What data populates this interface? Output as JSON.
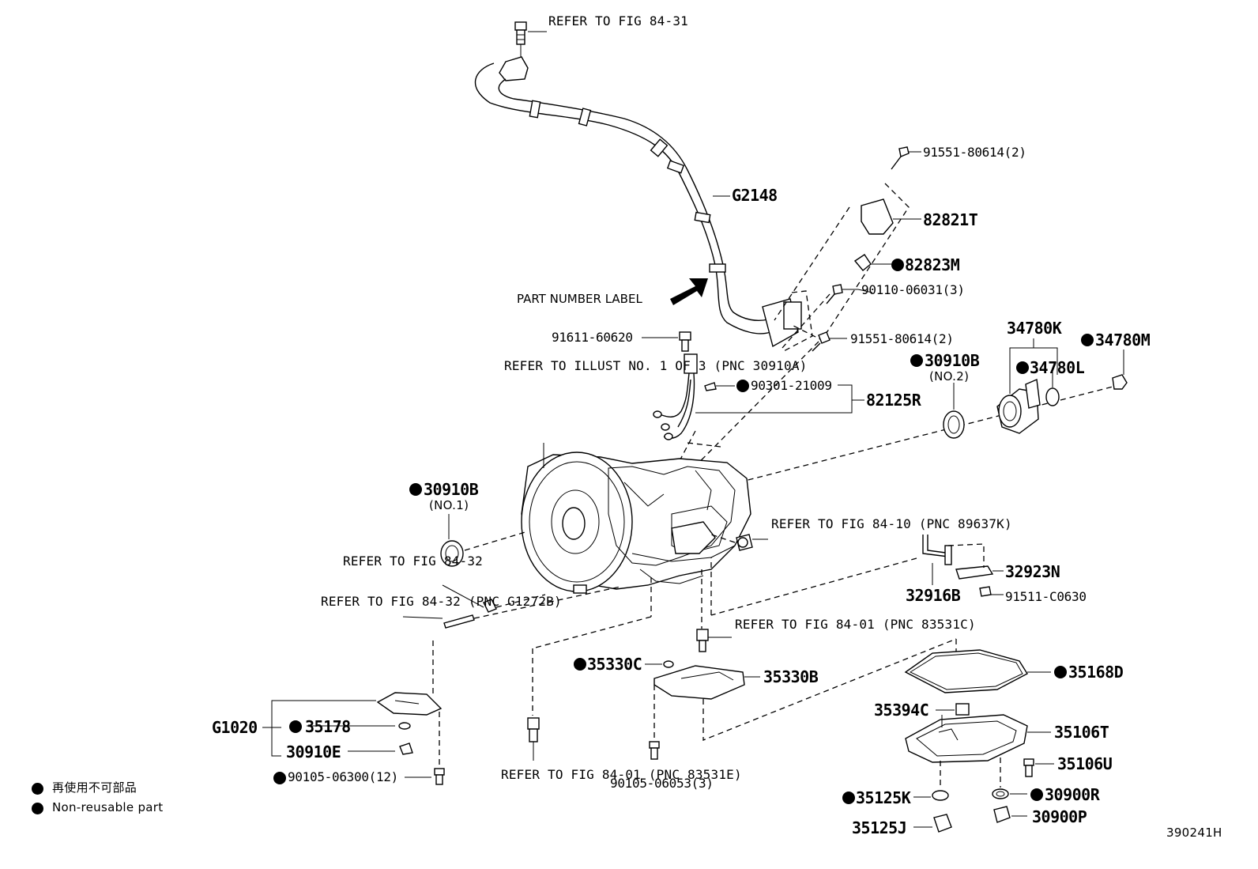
{
  "diagram": {
    "colors": {
      "line": "#000000",
      "background": "#ffffff"
    },
    "labels": {
      "refer_84_31": "REFER TO\nFIG 84-31",
      "g2148": "G2148",
      "p_91551_top": "91551-80614(2)",
      "p_82821t": "82821T",
      "p_82823m": "82823M",
      "part_number_label": "PART NUMBER LABEL",
      "p_90110": "90110-06031(3)",
      "p_91551_mid": "91551-80614(2)",
      "p_91611": "91611-60620",
      "refer_illust": "REFER TO\nILLUST NO.\n1 OF 3\n(PNC 30910A)",
      "p_90301": "90301-21009",
      "p_82125r": "82125R",
      "p_34780k": "34780K",
      "p_34780m": "34780M",
      "p_30910b_no2": "30910B",
      "no2": "(NO.2)",
      "p_34780l": "34780L",
      "p_30910b_no1": "30910B",
      "no1": "(NO.1)",
      "refer_84_10": "REFER TO\nFIG 84-10\n(PNC 89637K)",
      "refer_84_32a": "REFER TO\nFIG 84-32",
      "refer_84_32b": "REFER TO\nFIG 84-32\n(PNC G1272B)",
      "p_32923n": "32923N",
      "p_32916b": "32916B",
      "p_91511": "91511-C0630",
      "refer_84_01a": "REFER TO\nFIG 84-01\n(PNC 83531C)",
      "p_35330c": "35330C",
      "p_35330b": "35330B",
      "p_35168d": "35168D",
      "p_g1020": "G1020",
      "p_35178": "35178",
      "p_30910e": "30910E",
      "p_90105_12": "90105-06300(12)",
      "p_35394c": "35394C",
      "p_35106t": "35106T",
      "p_35106u": "35106U",
      "refer_84_01b": "REFER TO\nFIG 84-01\n(PNC 83531E)",
      "p_90105_3": "90105-06053(3)",
      "p_35125k": "35125K",
      "p_30900r": "30900R",
      "p_35125j": "35125J",
      "p_30900p": "30900P"
    },
    "legend": {
      "jp": "再使用不可部品",
      "en": "Non-reusable part"
    },
    "illustration_id": "390241H"
  }
}
